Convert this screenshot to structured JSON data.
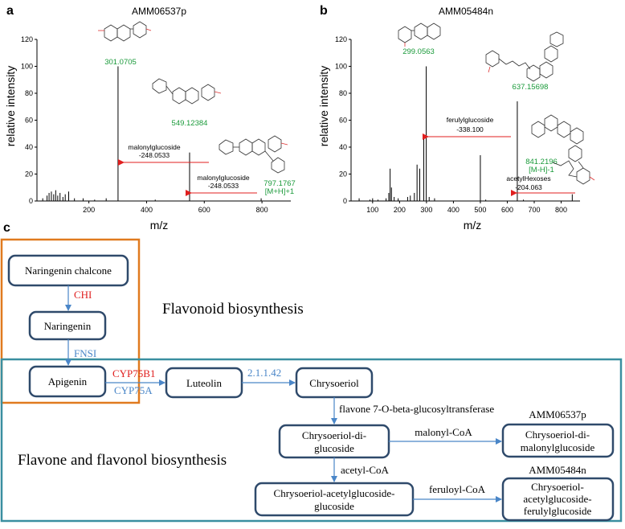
{
  "panels": {
    "a": "a",
    "b": "b",
    "c": "c"
  },
  "colors": {
    "green": "#1a9a3a",
    "red": "#e01f1f",
    "blue": "#4a86c8",
    "node_border": "#2f4a6b",
    "orange_box": "#e07a1f",
    "teal_box": "#3a8fa0"
  },
  "chart_data": [
    {
      "type": "bar",
      "title": "AMM06537p",
      "xlabel": "m/z",
      "ylabel": "relative intensity",
      "xlim": [
        20,
        900
      ],
      "ylim": [
        0,
        120
      ],
      "xticks": [
        200,
        400,
        600,
        800
      ],
      "yticks": [
        0,
        20,
        40,
        60,
        80,
        100,
        120
      ],
      "peaks": [
        {
          "x": 40,
          "y": 2
        },
        {
          "x": 55,
          "y": 4
        },
        {
          "x": 62,
          "y": 6
        },
        {
          "x": 70,
          "y": 7
        },
        {
          "x": 78,
          "y": 5
        },
        {
          "x": 85,
          "y": 8
        },
        {
          "x": 92,
          "y": 4
        },
        {
          "x": 100,
          "y": 6
        },
        {
          "x": 110,
          "y": 3
        },
        {
          "x": 118,
          "y": 5
        },
        {
          "x": 130,
          "y": 7
        },
        {
          "x": 150,
          "y": 2
        },
        {
          "x": 180,
          "y": 2
        },
        {
          "x": 220,
          "y": 1
        },
        {
          "x": 260,
          "y": 2
        },
        {
          "x": 301.0705,
          "y": 100
        },
        {
          "x": 430,
          "y": 1
        },
        {
          "x": 549.12384,
          "y": 36
        },
        {
          "x": 797.1767,
          "y": 2
        }
      ],
      "labels": {
        "p1": "301.0705",
        "p2": "549.12384",
        "p3": "797.1767",
        "p3_ion": "[M+H]+1"
      },
      "annotations": [
        {
          "name": "malonylglucoside",
          "delta": "-248.0533",
          "from": 549.12384,
          "to": 301.0705
        },
        {
          "name": "malonylglucoside",
          "delta": "-248.0533",
          "from": 797.1767,
          "to": 549.12384
        }
      ]
    },
    {
      "type": "bar",
      "title": "AMM05484n",
      "xlabel": "m/z",
      "ylabel": "relative intensity",
      "xlim": [
        20,
        870
      ],
      "ylim": [
        0,
        120
      ],
      "xticks": [
        100,
        200,
        300,
        400,
        500,
        600,
        700,
        800
      ],
      "yticks": [
        0,
        20,
        40,
        60,
        80,
        100,
        120
      ],
      "peaks": [
        {
          "x": 50,
          "y": 2
        },
        {
          "x": 90,
          "y": 1
        },
        {
          "x": 100,
          "y": 2
        },
        {
          "x": 120,
          "y": 1
        },
        {
          "x": 150,
          "y": 2
        },
        {
          "x": 160,
          "y": 6
        },
        {
          "x": 165,
          "y": 24
        },
        {
          "x": 170,
          "y": 10
        },
        {
          "x": 180,
          "y": 3
        },
        {
          "x": 195,
          "y": 2
        },
        {
          "x": 230,
          "y": 3
        },
        {
          "x": 240,
          "y": 4
        },
        {
          "x": 255,
          "y": 6
        },
        {
          "x": 265,
          "y": 27
        },
        {
          "x": 275,
          "y": 24
        },
        {
          "x": 290,
          "y": 48
        },
        {
          "x": 299.0563,
          "y": 100
        },
        {
          "x": 310,
          "y": 3
        },
        {
          "x": 330,
          "y": 2
        },
        {
          "x": 500,
          "y": 34
        },
        {
          "x": 520,
          "y": 1
        },
        {
          "x": 637.15698,
          "y": 74
        },
        {
          "x": 660,
          "y": 1
        },
        {
          "x": 841.2196,
          "y": 5
        }
      ],
      "labels": {
        "p1": "299.0563",
        "p2": "637.15698",
        "p3": "841.2196",
        "p3_ion": "[M-H]-1"
      },
      "annotations": [
        {
          "name": "ferulylglucoside",
          "delta": "-338.100",
          "from": 637.15698,
          "to": 299.0563
        },
        {
          "name": "acetylHexoses",
          "delta": "-204.063",
          "from": 841.2196,
          "to": 637.15698
        }
      ]
    }
  ],
  "pathway": {
    "regions": {
      "flavonoid": "Flavonoid biosynthesis",
      "flavone": "Flavone and flavonol biosynthesis"
    },
    "nodes": {
      "naringenin_chalcone": "Naringenin chalcone",
      "naringenin": "Naringenin",
      "apigenin": "Apigenin",
      "luteolin": "Luteolin",
      "chrysoeriol": "Chrysoeriol",
      "chrysoeriol_di_glucoside": [
        "Chrysoeriol-di-",
        "glucoside"
      ],
      "chrysoeriol_di_malonylglucoside": [
        "Chrysoeriol-di-",
        "malonylglucoside"
      ],
      "chrysoeriol_acetylglucoside_glucoside": [
        "Chrysoeriol-acetylglucoside-",
        "glucoside"
      ],
      "chrysoeriol_acetylglucoside_ferulylglucoside": [
        "Chrysoeriol-",
        "acetylglucoside-",
        "ferulylglucoside"
      ]
    },
    "enzymes": {
      "chi": "CHI",
      "fnsi": "FNSI",
      "cyp75b1": "CYP75B1",
      "cyp75a": "CYP75A",
      "ec": "2.1.1.42",
      "flavone_7o": "flavone 7-O-beta-glucosyltransferase",
      "malonyl": "malonyl-CoA",
      "acetyl": "acetyl-CoA",
      "feruloyl": "feruloyl-CoA"
    },
    "compound_ids": {
      "amm06537p": "AMM06537p",
      "amm05484n": "AMM05484n"
    }
  }
}
